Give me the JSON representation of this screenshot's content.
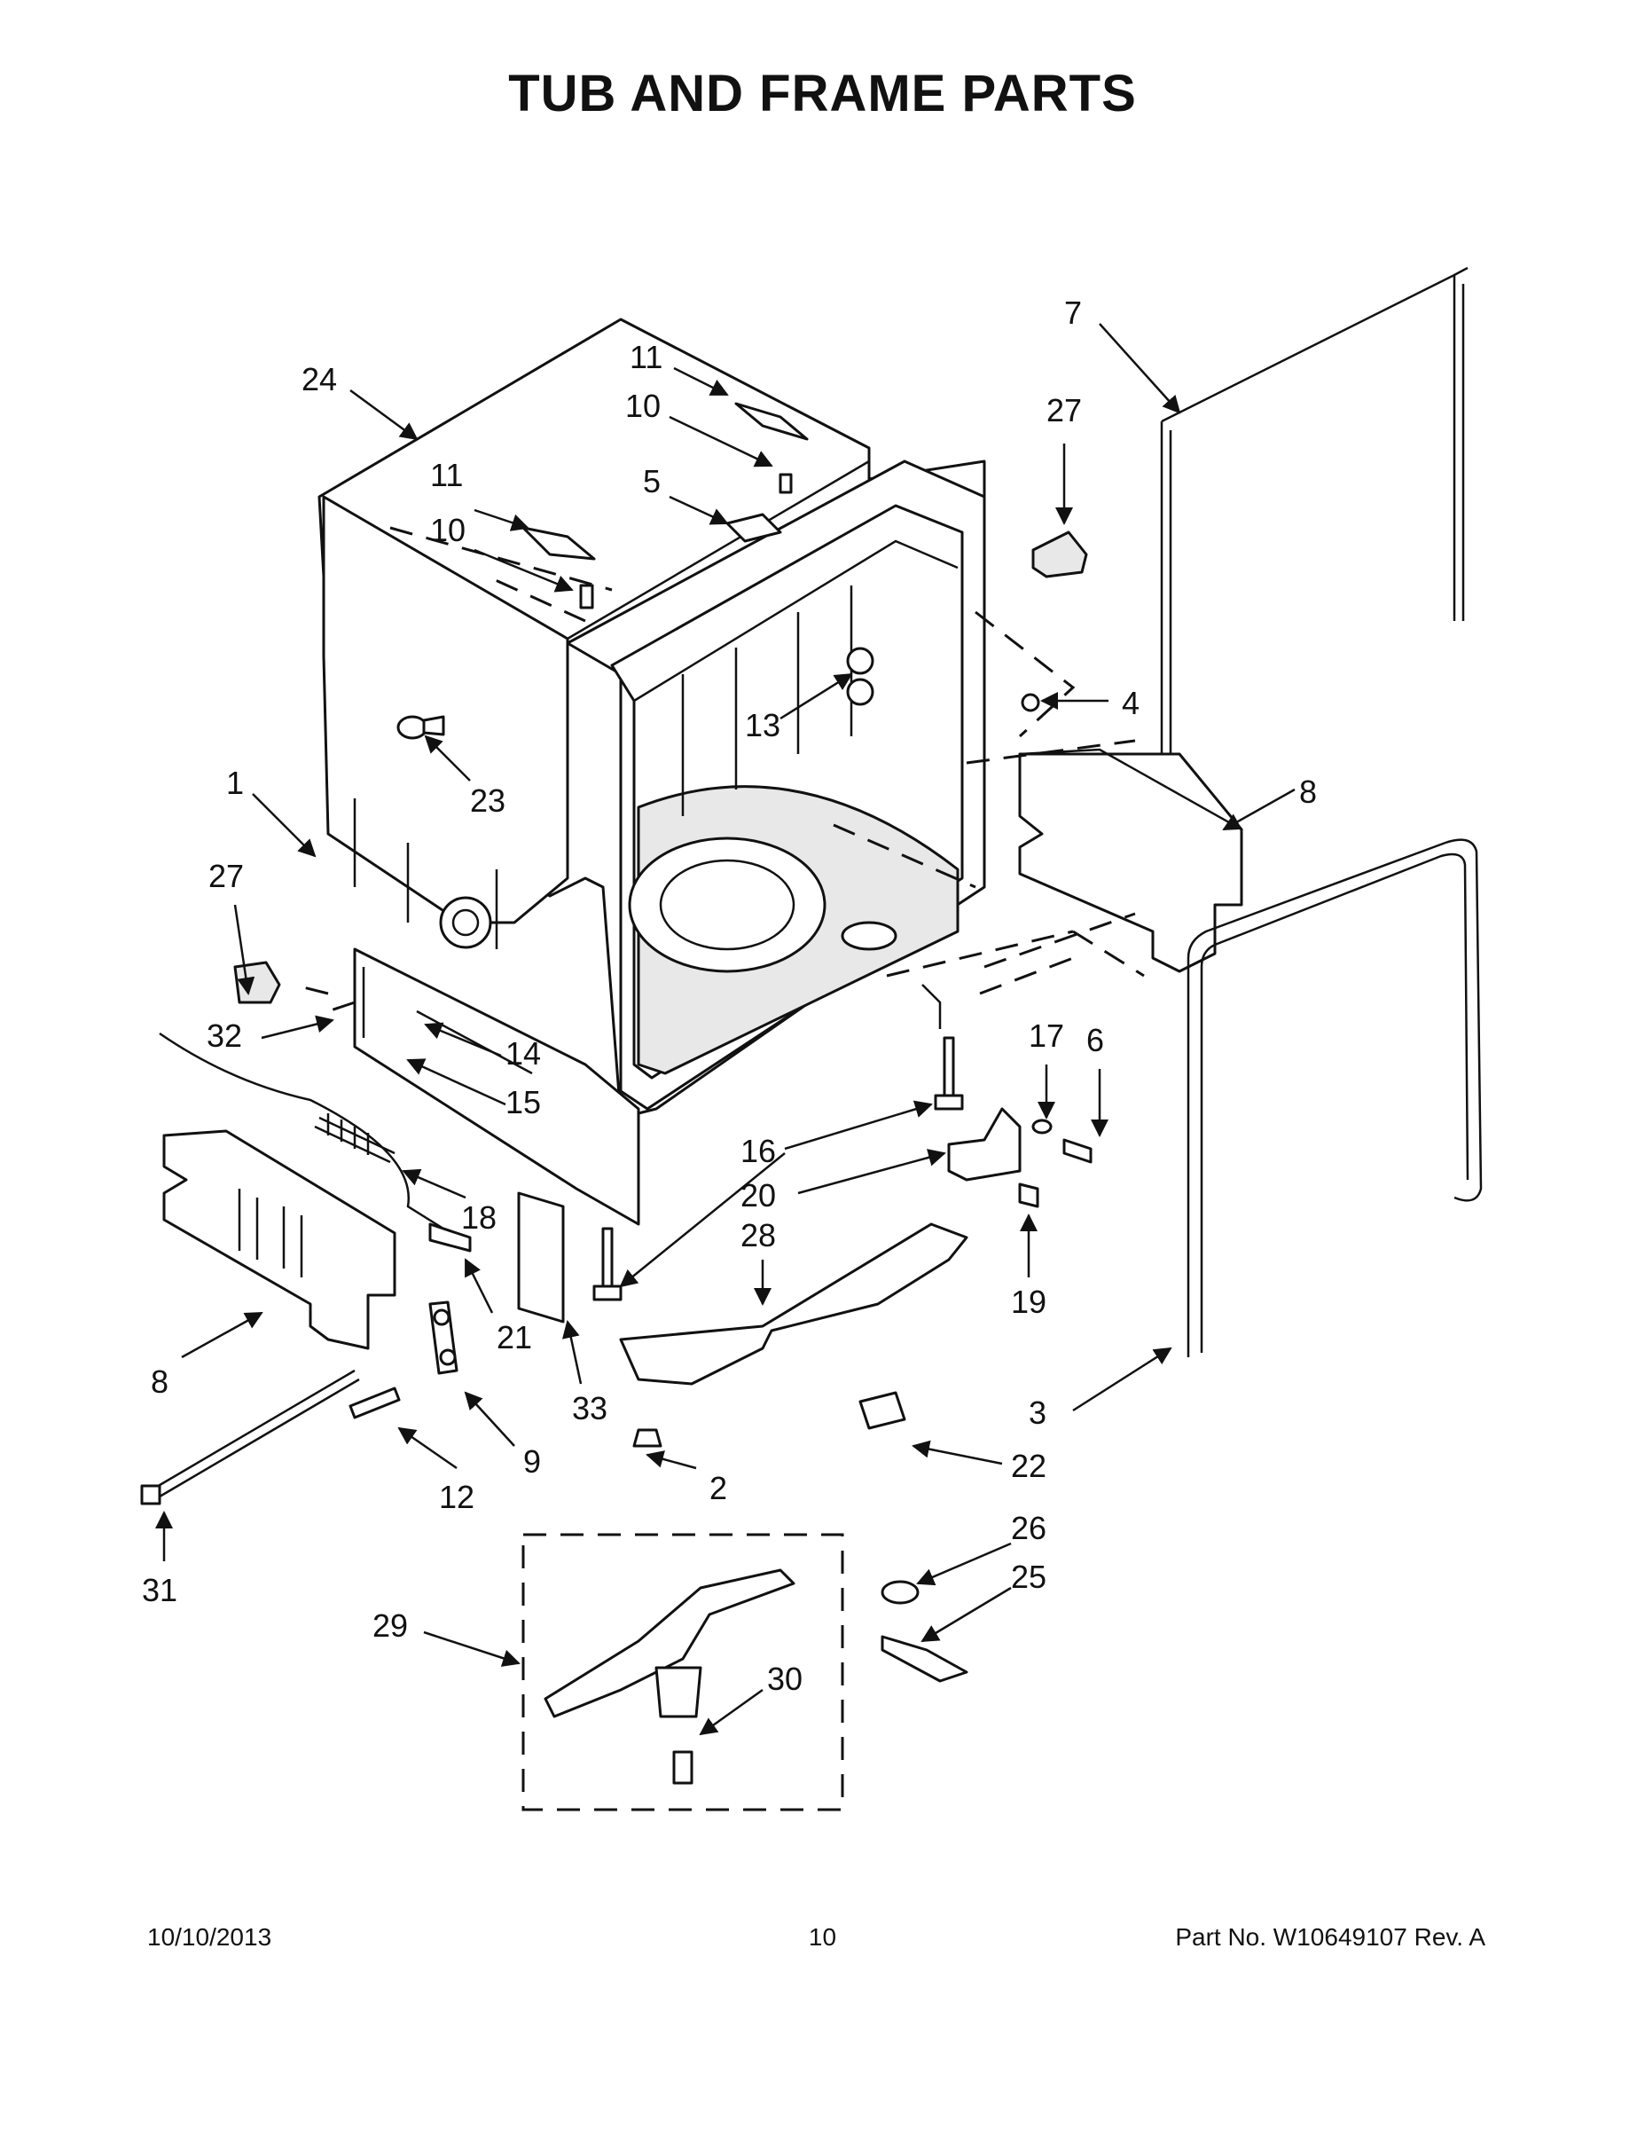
{
  "title": "TUB AND FRAME PARTS",
  "footer": {
    "date": "10/10/2013",
    "page": "10",
    "part_number": "Part No.  W10649107  Rev.  A"
  },
  "callouts": [
    "1",
    "2",
    "3",
    "4",
    "5",
    "6",
    "7",
    "8",
    "8",
    "9",
    "10",
    "10",
    "11",
    "11",
    "12",
    "13",
    "14",
    "15",
    "16",
    "17",
    "18",
    "19",
    "20",
    "21",
    "22",
    "23",
    "24",
    "25",
    "26",
    "27",
    "27",
    "28",
    "29",
    "30",
    "31",
    "32",
    "33"
  ]
}
